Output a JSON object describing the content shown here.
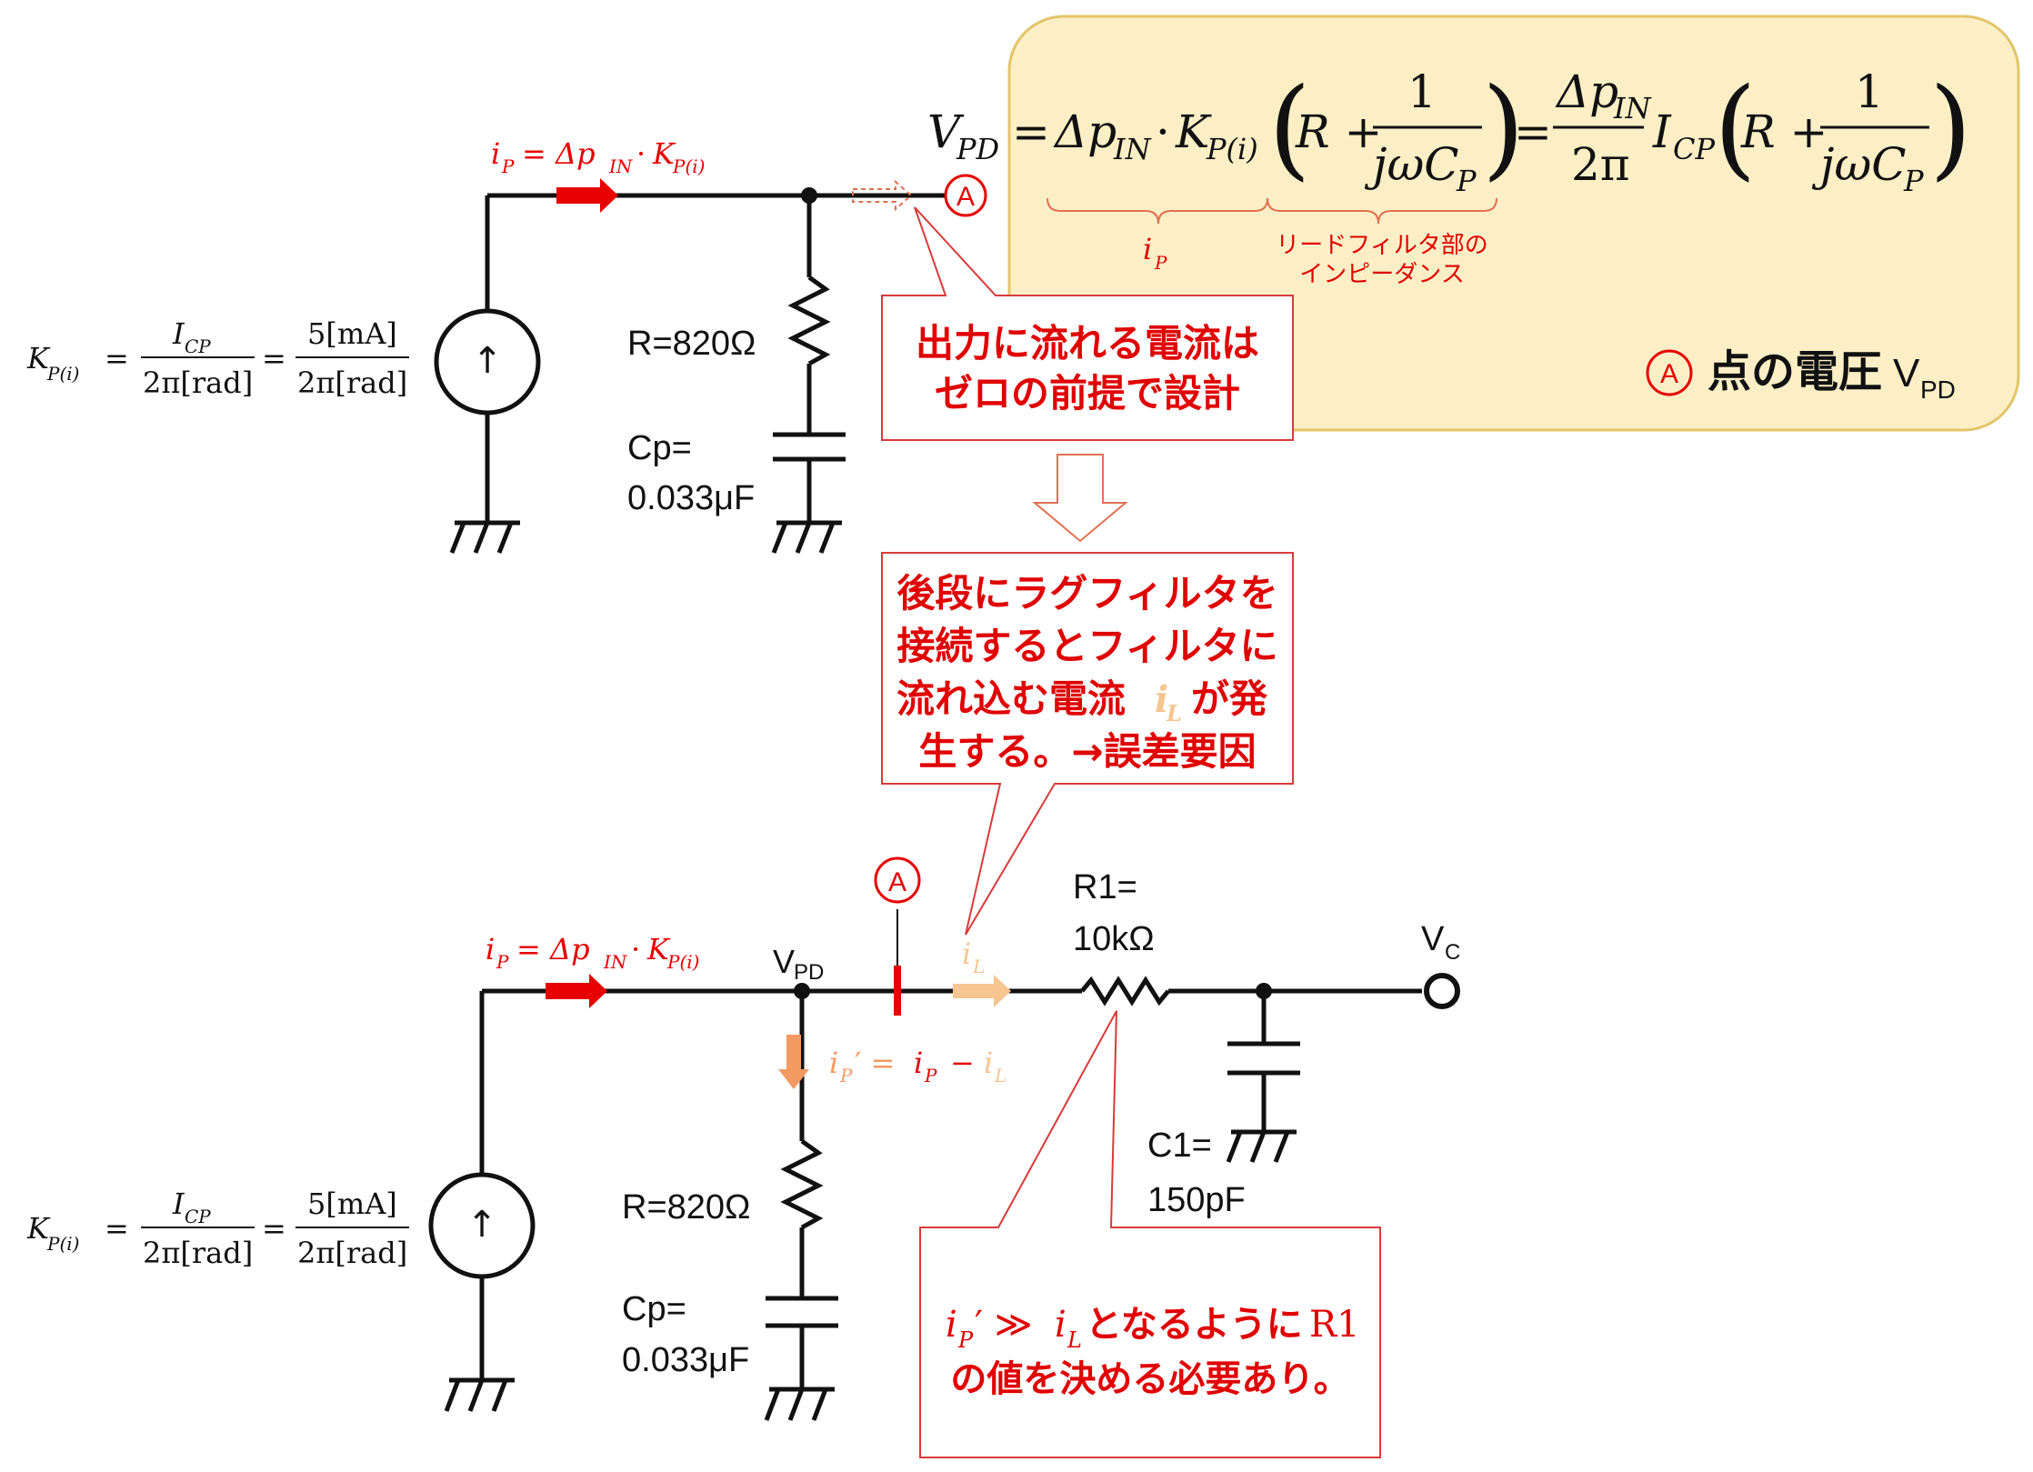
{
  "colors": {
    "wire": "#111111",
    "red": "#e60000",
    "callout_border": "#d93a3a",
    "callout_text": "#e00000",
    "formula_panel": "#fcefc6",
    "formula_panel_border": "#e3c46a",
    "light_orange": "#f6c590",
    "orange": "#f29a62",
    "bracket": "#e07050"
  },
  "top_circuit": {
    "current_label": {
      "i": "i",
      "sub_p": "P",
      "eq": "= Δp",
      "sub_in": "IN",
      "dot": "·",
      "k": "K",
      "sub_pi": "P(i)"
    },
    "kp_formula": {
      "k": "K",
      "sub_k": "P(i)",
      "eq1": "=",
      "num1": "I",
      "num1_sub": "CP",
      "den1": "2π[rad]",
      "eq2": "=",
      "num2": "5[mA]",
      "den2": "2π[rad]"
    },
    "source_icon": "up-arrow-icon",
    "resistor_label": "R=820Ω",
    "cap_label_1": "Cp=",
    "cap_label_2": "0.033μF",
    "node_marker": "A"
  },
  "formula_panel": {
    "lhs": "V",
    "lhs_sub": "PD",
    "eq": "=",
    "term1": "Δp",
    "term1_sub": "IN",
    "dot": "·",
    "k": "K",
    "k_sub": "P(i)",
    "paren1_R": "R +",
    "frac_num": "1",
    "frac_den_jw": "jωC",
    "frac_den_sub": "P",
    "eq2": "=",
    "frac2_num": "Δp",
    "frac2_num_sub": "IN",
    "frac2_den": "2π",
    "icp": "I",
    "icp_sub": "CP",
    "paren2_R": "R +",
    "frac3_num": "1",
    "frac3_den_jw": "jωC",
    "frac3_den_sub": "P",
    "brace1_label_i": "i",
    "brace1_label_sub": "P",
    "brace2_label_line1": "リードフィルタ部の",
    "brace2_label_line2": "インピーダンス",
    "caption_marker": "A",
    "caption_text": "点の電圧",
    "caption_v": "V",
    "caption_v_sub": "PD"
  },
  "callout_top": {
    "line1": "出力に流れる電流は",
    "line2": "ゼロの前提で設計"
  },
  "callout_mid": {
    "line1": "後段にラグフィルタを",
    "line2": "接続するとフィルタに",
    "line3a": "流れ込む電流",
    "line3_i": "i",
    "line3_sub": "L",
    "line3b": "が発",
    "line4": "生する。→誤差要因"
  },
  "bottom_circuit": {
    "current_label": {
      "i": "i",
      "sub_p": "P",
      "eq": "= Δp",
      "sub_in": "IN",
      "dot": "·",
      "k": "K",
      "sub_pi": "P(i)"
    },
    "kp_formula": {
      "k": "K",
      "sub_k": "P(i)",
      "eq1": "=",
      "num1": "I",
      "num1_sub": "CP",
      "den1": "2π[rad]",
      "eq2": "=",
      "num2": "5[mA]",
      "den2": "2π[rad]"
    },
    "source_icon": "up-arrow-icon",
    "vpd_label": "V",
    "vpd_sub": "PD",
    "node_marker": "A",
    "il_label": "i",
    "il_sub": "L",
    "ip_prime_label": {
      "i": "i",
      "sub": "P",
      "prime": "′ =",
      "i2": "i",
      "sub2": "P",
      "minus": "−",
      "i3": "i",
      "sub3": "L"
    },
    "r1_label_1": "R1=",
    "r1_label_2": "10kΩ",
    "vc_label": "V",
    "vc_sub": "C",
    "c1_label_1": "C1=",
    "c1_label_2": "150pF",
    "resistor_label": "R=820Ω",
    "cap_label_1": "Cp=",
    "cap_label_2": "0.033μF"
  },
  "callout_bottom": {
    "line1_i": "i",
    "line1_sub": "P",
    "line1_rel": "′ ≫ ",
    "line1_i2": "i",
    "line1_sub2": "L",
    "line1_text": "となるように",
    "line1_r1": "R1",
    "line2": "の値を決める必要あり。"
  }
}
